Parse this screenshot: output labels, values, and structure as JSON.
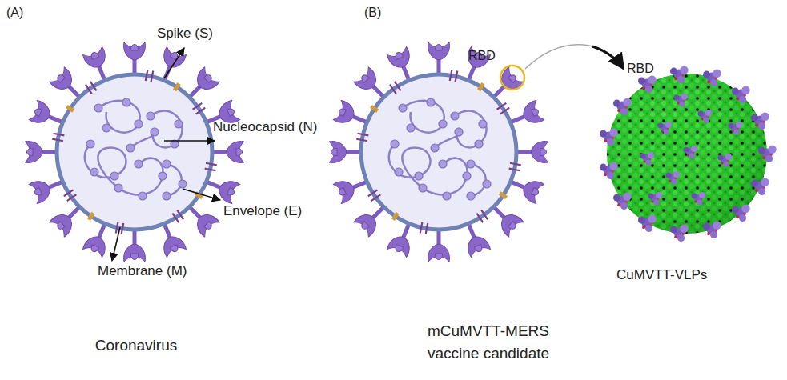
{
  "diagram": {
    "labels": [
      "(A)",
      "Spike (S)",
      "Nucleocapsid (N)",
      "Envelope (E)",
      "Membrane (M)",
      "Coronavirus",
      "(B)",
      "RBD",
      "RBD",
      "CuMVTT-VLPs",
      "mCuMVTT-MERS vaccine candidate"
    ]
  }
}
